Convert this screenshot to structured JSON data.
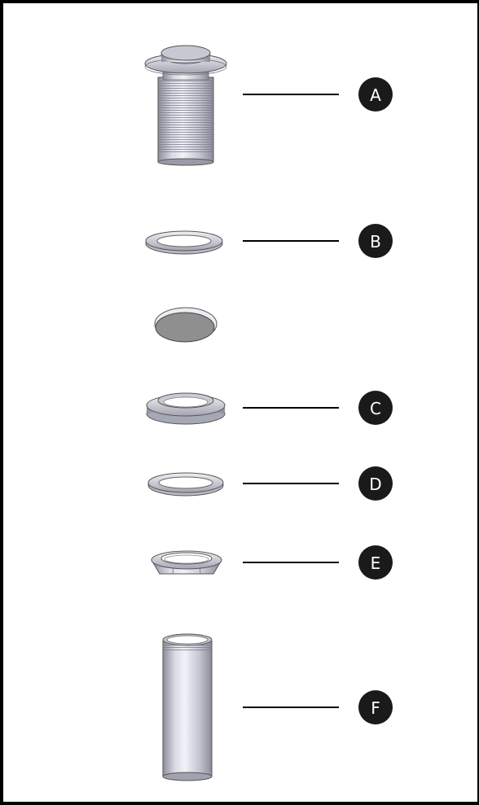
{
  "parts": [
    {
      "id": "A",
      "label": "A",
      "icon": "threaded-body-with-flange-cap-icon"
    },
    {
      "id": "B",
      "label": "B",
      "icon": "flat-washer-icon"
    },
    {
      "id": "cap",
      "label": "",
      "icon": "plug-disc-icon"
    },
    {
      "id": "C",
      "label": "C",
      "icon": "flanged-ring-icon"
    },
    {
      "id": "D",
      "label": "D",
      "icon": "flat-washer-icon"
    },
    {
      "id": "E",
      "label": "E",
      "icon": "hex-nut-icon"
    },
    {
      "id": "F",
      "label": "F",
      "icon": "tube-icon"
    }
  ],
  "colors": {
    "badge_fill": "#1a1a1a",
    "metal_light": "#e6e7f0",
    "metal_mid": "#b9bac6",
    "metal_dark": "#8a8b98",
    "plug_fill": "#8f8f8f"
  }
}
